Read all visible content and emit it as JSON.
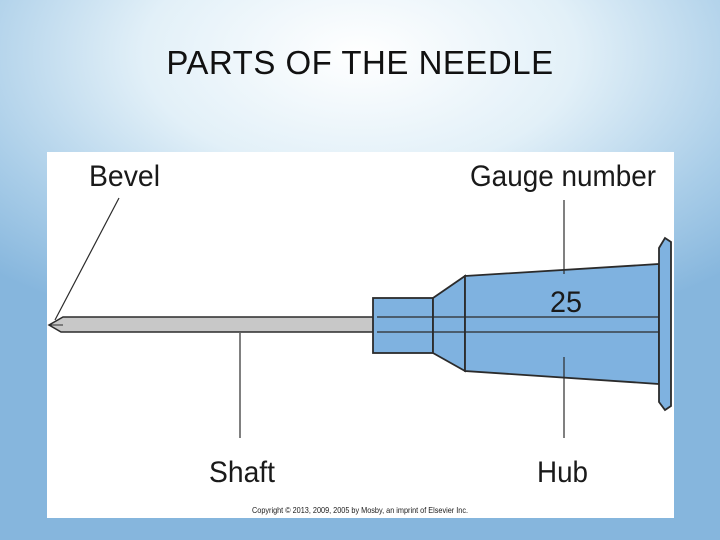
{
  "slide": {
    "title": "PARTS OF THE NEEDLE"
  },
  "diagram": {
    "labels": {
      "bevel": "Bevel",
      "gauge_number": "Gauge number",
      "shaft": "Shaft",
      "hub": "Hub",
      "gauge_value": "25"
    },
    "copyright": "Copyright © 2013, 2009, 2005 by Mosby, an imprint of Elsevier Inc.",
    "colors": {
      "hub_fill": "#7fb2e0",
      "shaft_fill": "#c8c8c8",
      "outline": "#2b2b2b"
    }
  }
}
